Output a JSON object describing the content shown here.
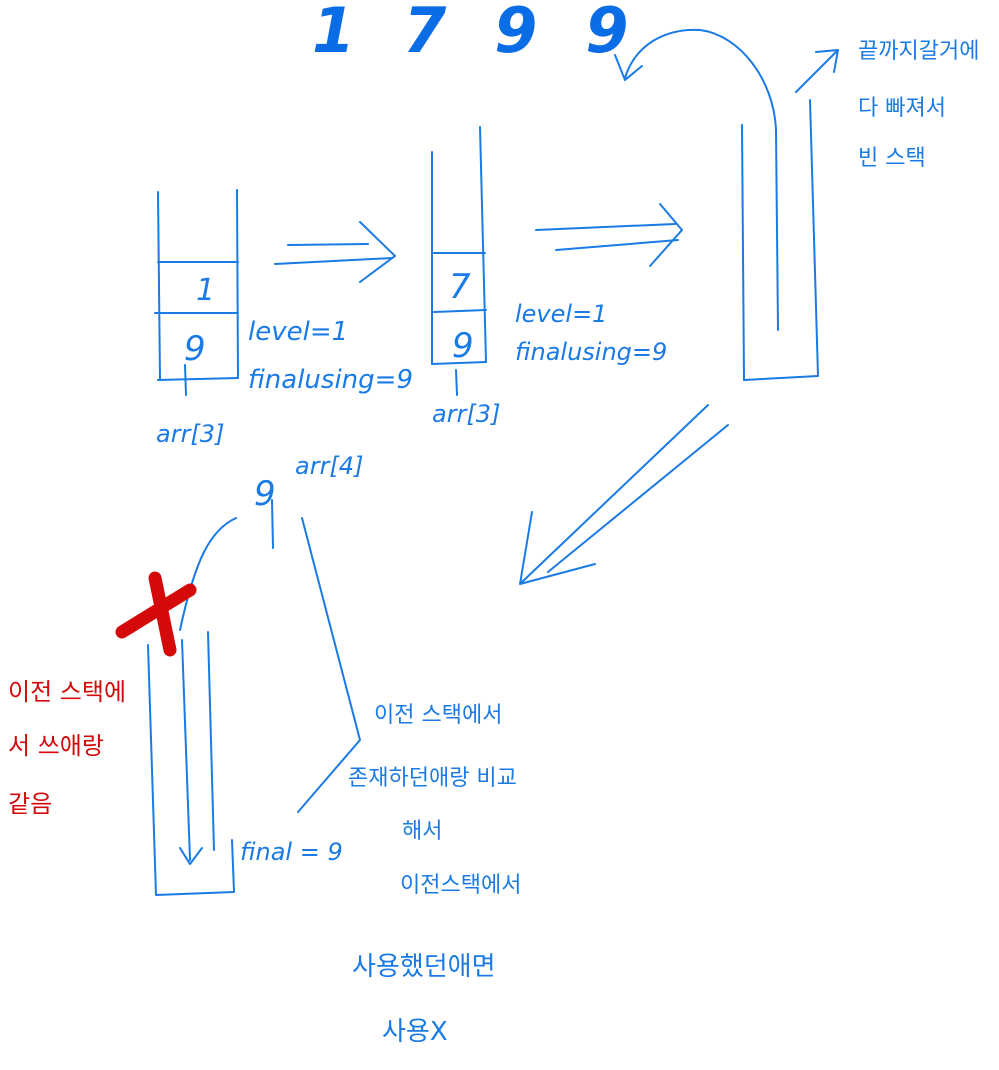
{
  "title_digits": "1799",
  "colors": {
    "ink": "#1a7ae6",
    "highlight": "#d40a0a",
    "background": "#ffffff"
  },
  "stack1": {
    "top_cell": "1",
    "bottom_cell": "9",
    "label": "arr[3]",
    "note_level": "level=1",
    "note_final": "finalusing=9"
  },
  "stack2": {
    "top_cell": "7",
    "bottom_cell": "9",
    "label": "arr[3]",
    "note_level": "level=1",
    "note_final": "finalusing=9"
  },
  "empty_stack_note": [
    "끝까지갈거에",
    "다 빠져서",
    "빈 스택"
  ],
  "stack4": {
    "label": "arr[4]",
    "value": "9",
    "final_note": "final = 9"
  },
  "red_note": [
    "이전 스택에",
    "서 쓰애랑",
    "같음"
  ],
  "compare_note": [
    "이전 스택에서",
    "존재하던애랑 비교",
    "해서",
    "이전스택에서",
    "사용했던애면",
    "사용X"
  ]
}
